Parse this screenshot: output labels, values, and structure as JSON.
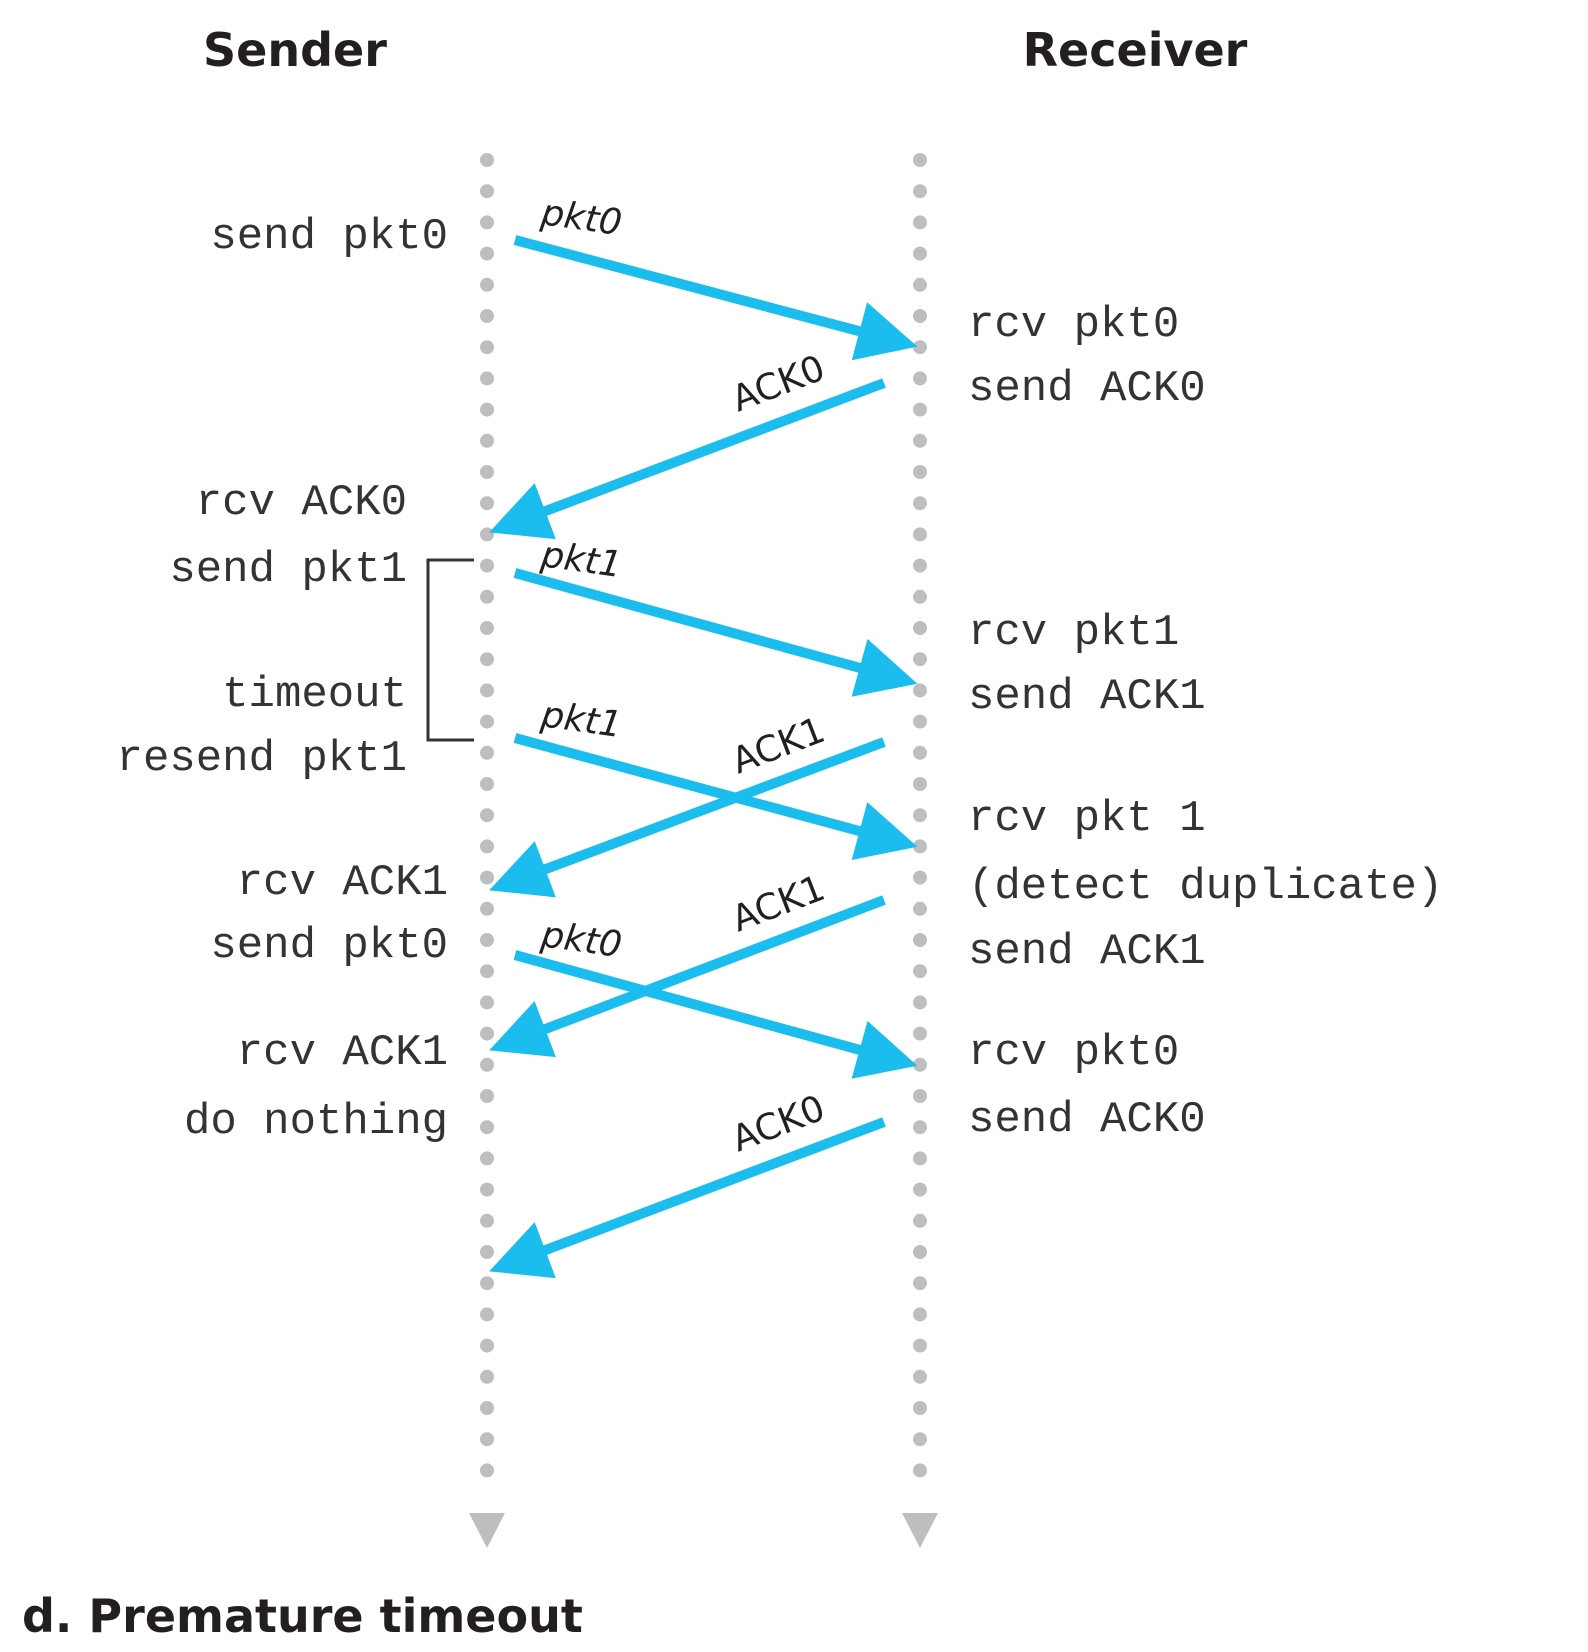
{
  "headers": {
    "sender": "Sender",
    "receiver": "Receiver"
  },
  "caption": "d. Premature timeout",
  "colors": {
    "arrow": "#1bbcee",
    "timeline": "#bcbec0",
    "text": "#333333",
    "bracket": "#333333"
  },
  "sender_events": [
    "send pkt0",
    "rcv ACK0",
    "send pkt1",
    "timeout",
    "resend pkt1",
    "rcv ACK1",
    "send pkt0",
    "rcv ACK1",
    "do nothing"
  ],
  "receiver_events": [
    "rcv pkt0",
    "send ACK0",
    "rcv pkt1",
    "send ACK1",
    "rcv pkt 1",
    "(detect duplicate)",
    "send ACK1",
    "rcv pkt0",
    "send ACK0"
  ],
  "messages": [
    {
      "label": "pkt0",
      "direction": "sender-to-receiver"
    },
    {
      "label": "ACK0",
      "direction": "receiver-to-sender"
    },
    {
      "label": "pkt1",
      "direction": "sender-to-receiver"
    },
    {
      "label": "pkt1",
      "direction": "sender-to-receiver"
    },
    {
      "label": "ACK1",
      "direction": "receiver-to-sender"
    },
    {
      "label": "pkt0",
      "direction": "sender-to-receiver"
    },
    {
      "label": "ACK1",
      "direction": "receiver-to-sender"
    },
    {
      "label": "ACK0",
      "direction": "receiver-to-sender"
    }
  ],
  "timeout_interval": {
    "start_event": "send pkt1",
    "end_event": "resend pkt1"
  }
}
